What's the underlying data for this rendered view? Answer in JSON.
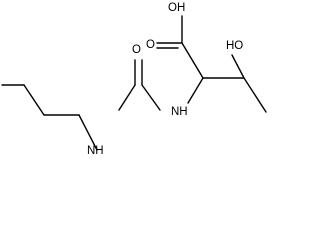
{
  "molecule": {
    "atoms": {
      "carboxyl_oh": "OH",
      "carbonyl_o": "O",
      "hydroxyl_oh": "HO",
      "urea_o": "O",
      "amide_nh": "NH",
      "butyl_nh": "NH"
    }
  },
  "colors": {
    "bond": "#000000",
    "text": "#000000",
    "background": "#ffffff"
  }
}
